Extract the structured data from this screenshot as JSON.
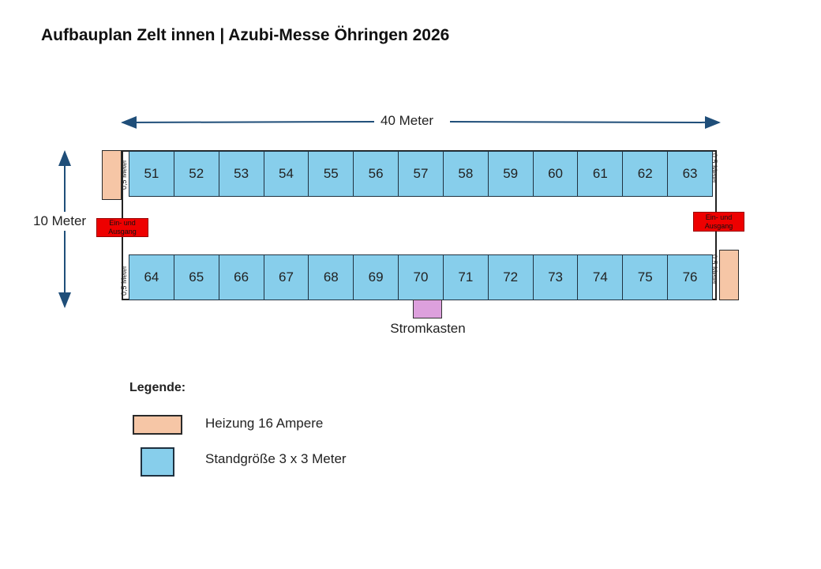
{
  "title": "Aufbauplan Zelt innen | Azubi-Messe Öhringen 2026",
  "dimensions": {
    "length_label": "40 Meter",
    "width_label": "10 Meter",
    "gap_label": "0,5 Meter"
  },
  "stands": {
    "top_row": [
      "51",
      "52",
      "53",
      "54",
      "55",
      "56",
      "57",
      "58",
      "59",
      "60",
      "61",
      "62",
      "63"
    ],
    "bottom_row": [
      "64",
      "65",
      "66",
      "67",
      "68",
      "69",
      "70",
      "71",
      "72",
      "73",
      "74",
      "75",
      "76"
    ]
  },
  "exits": {
    "label": "Ein- und Ausgang"
  },
  "power": {
    "label": "Stromkasten"
  },
  "legend": {
    "title": "Legende:",
    "heater_label": "Heizung 16 Ampere",
    "stand_label": "Standgröße 3 x 3 Meter"
  },
  "colors": {
    "stand": "#87ceeb",
    "heater": "#f6c6a6",
    "exit": "#ee0000",
    "power": "#dda0dd",
    "arrow": "#1f4e79"
  }
}
